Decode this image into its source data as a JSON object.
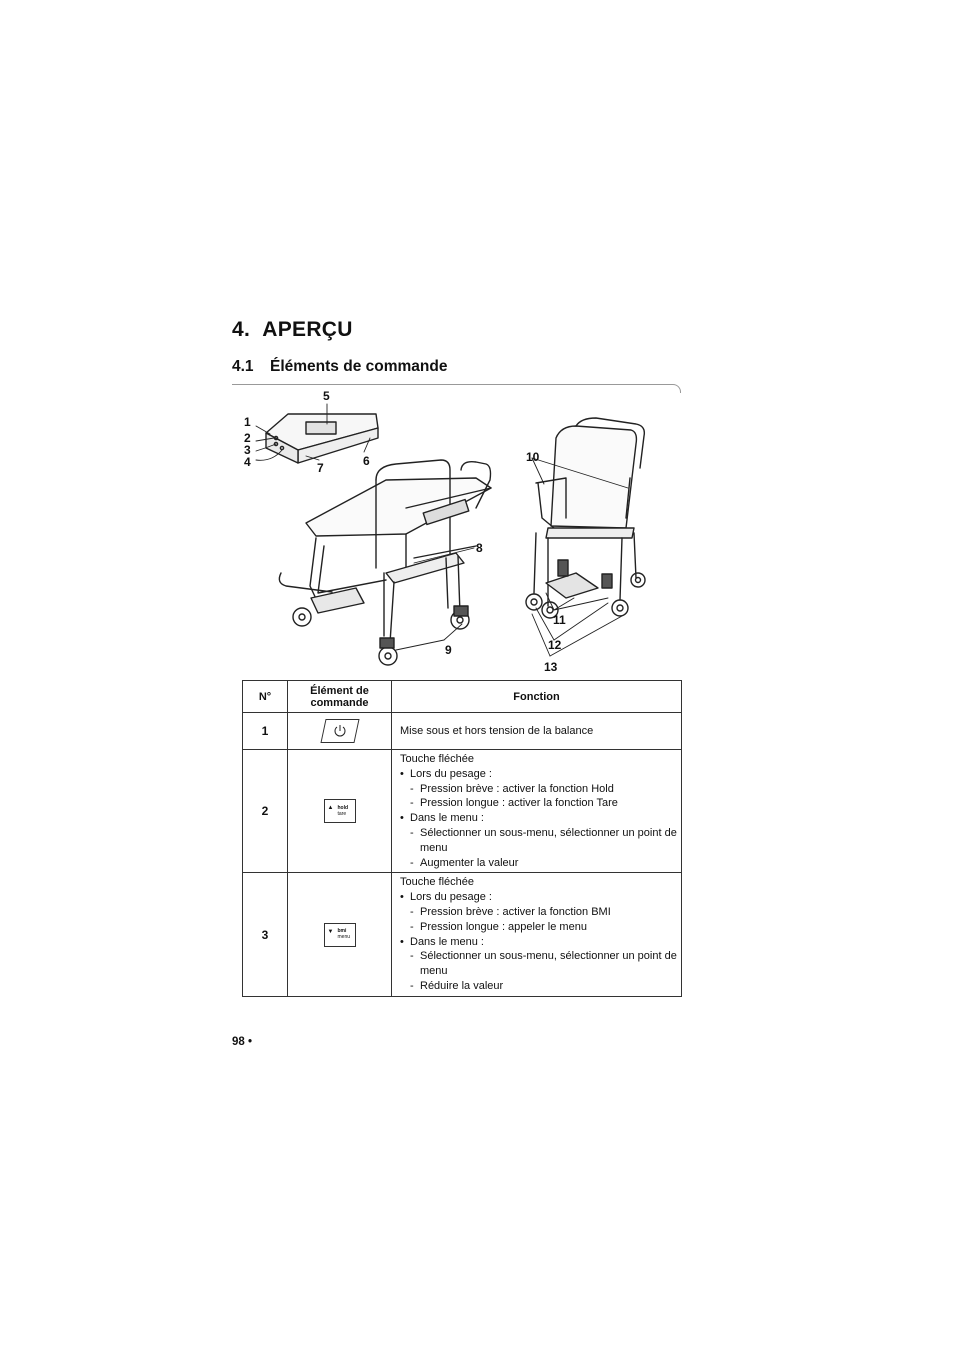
{
  "chapter": {
    "number": "4.",
    "title": "APERÇU"
  },
  "section": {
    "number": "4.1",
    "title": "Éléments de commande"
  },
  "illustration": {
    "labels": [
      "1",
      "2",
      "3",
      "4",
      "5",
      "6",
      "7",
      "8",
      "9",
      "10",
      "11",
      "12",
      "13"
    ]
  },
  "table": {
    "headers": {
      "num": "N°",
      "element": "Élément de commande",
      "function": "Fonction"
    },
    "rows": [
      {
        "num": "1",
        "icon": "power-key-icon",
        "key_text": "",
        "text": "Mise sous et hors tension de la balance"
      },
      {
        "num": "2",
        "icon": "hold-tare-key-icon",
        "key_top": "hold",
        "key_bottom": "tare",
        "heading": "Touche fléchée",
        "group1": "Lors du pesage :",
        "group1_items": [
          "Pression brève : activer la fonction Hold",
          "Pression longue : activer la fonction Tare"
        ],
        "group2": "Dans le menu :",
        "group2_items": [
          "Sélectionner un sous-menu, sélectionner un point de menu",
          "Augmenter la valeur"
        ]
      },
      {
        "num": "3",
        "icon": "bmi-menu-key-icon",
        "key_top": "bmi",
        "key_bottom": "menu",
        "heading": "Touche fléchée",
        "group1": "Lors du pesage :",
        "group1_items": [
          "Pression brève : activer la fonction BMI",
          "Pression longue : appeler le menu"
        ],
        "group2": "Dans le menu :",
        "group2_items": [
          "Sélectionner un sous-menu, sélectionner un point de menu",
          "Réduire la valeur"
        ]
      }
    ]
  },
  "footer": {
    "page": "98 •"
  }
}
